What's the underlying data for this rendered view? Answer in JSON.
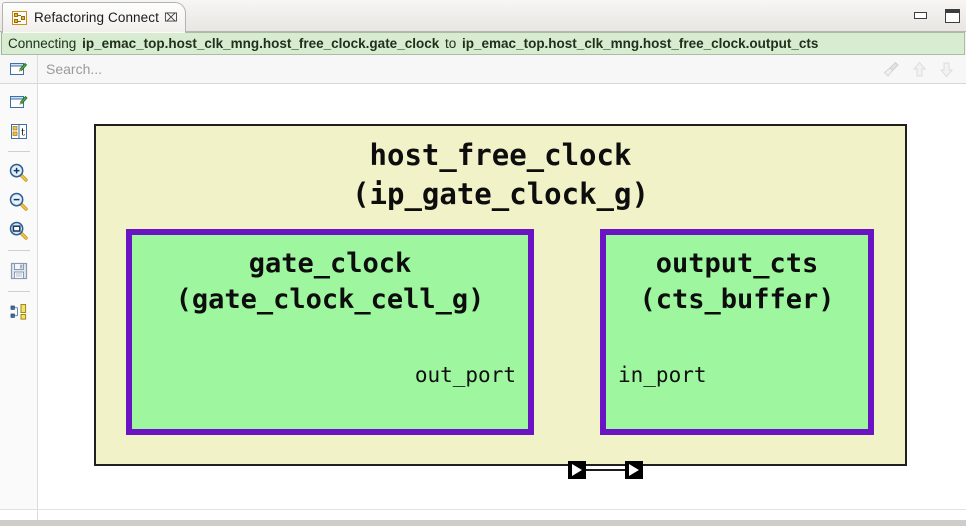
{
  "window": {
    "minimize_label": "Minimize",
    "maximize_label": "Maximize"
  },
  "tab": {
    "title": "Refactoring Connect",
    "icon": "refactoring-connect-icon",
    "close_glyph": "⌧"
  },
  "status": {
    "lead": "Connecting",
    "source_path": "ip_emac_top.host_clk_mng.host_free_clock.gate_clock",
    "joiner": "to",
    "target_path": "ip_emac_top.host_clk_mng.host_free_clock.output_cts",
    "background_color": "#d8ecd2"
  },
  "search": {
    "placeholder": "Search...",
    "value": "",
    "left_icon": "new-search-icon",
    "actions": [
      {
        "name": "clear-broom-icon",
        "label": "Clear"
      },
      {
        "name": "arrow-up-icon",
        "label": "Previous match"
      },
      {
        "name": "arrow-down-icon",
        "label": "Next match"
      }
    ]
  },
  "toolbar": {
    "items": [
      {
        "name": "new-view-icon",
        "label": "New View"
      },
      {
        "name": "show-properties-icon",
        "label": "Show Properties"
      },
      {
        "name": "separator",
        "label": ""
      },
      {
        "name": "zoom-in-icon",
        "label": "Zoom In"
      },
      {
        "name": "zoom-out-icon",
        "label": "Zoom Out"
      },
      {
        "name": "zoom-fit-icon",
        "label": "Zoom To Fit"
      },
      {
        "name": "separator",
        "label": ""
      },
      {
        "name": "save-icon",
        "label": "Save"
      },
      {
        "name": "separator",
        "label": ""
      },
      {
        "name": "hierarchy-icon",
        "label": "Show Hierarchy"
      }
    ]
  },
  "diagram": {
    "outer": {
      "name": "host_free_clock",
      "type": "(ip_gate_clock_g)",
      "fill_color": "#f1f2c8",
      "border_color": "#231f20"
    },
    "modules": [
      {
        "id": "gate_clock",
        "name": "gate_clock",
        "type": "(gate_clock_cell_g)",
        "port": "out_port",
        "fill_color": "#9ef79e",
        "border_color": "#6a14c4"
      },
      {
        "id": "output_cts",
        "name": "output_cts",
        "type": "(cts_buffer)",
        "port": "in_port",
        "fill_color": "#9ef79e",
        "border_color": "#6a14c4"
      }
    ],
    "connection": {
      "from": "out_port",
      "to": "in_port"
    }
  }
}
